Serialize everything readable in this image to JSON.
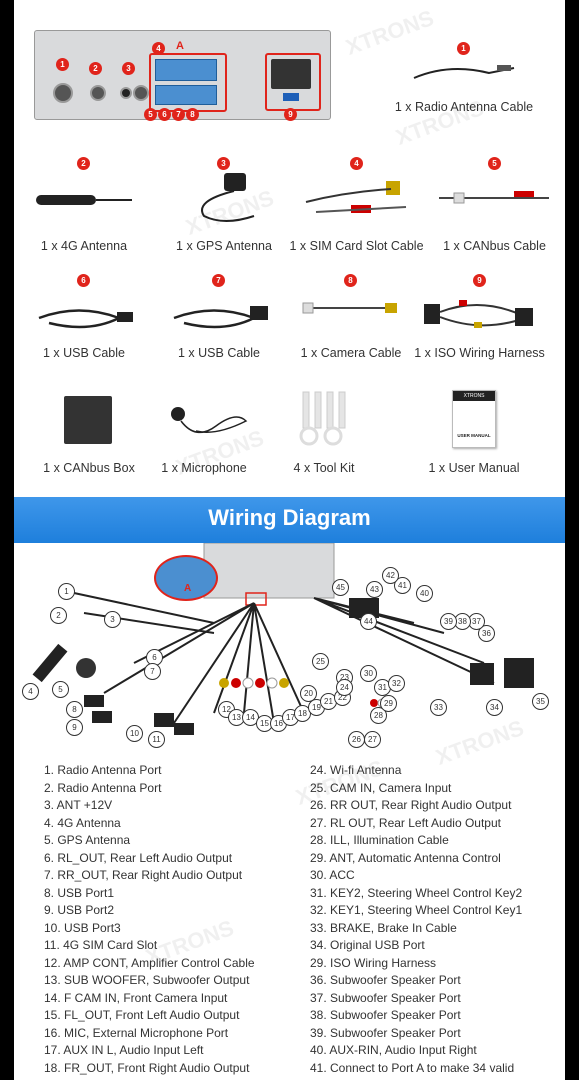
{
  "top_callouts": [
    "1",
    "2",
    "3",
    "4",
    "5",
    "6",
    "7",
    "8",
    "9",
    "A"
  ],
  "items": [
    {
      "num": "1",
      "label": "1 x Radio Antenna Cable",
      "icon": "antenna-cable-icon"
    },
    {
      "num": "2",
      "label": "1 x 4G Antenna",
      "icon": "4g-antenna-icon"
    },
    {
      "num": "3",
      "label": "1 x GPS Antenna",
      "icon": "gps-antenna-icon"
    },
    {
      "num": "4",
      "label": "1 x SIM Card Slot Cable",
      "icon": "sim-cable-icon"
    },
    {
      "num": "5",
      "label": "1 x CANbus Cable",
      "icon": "canbus-cable-icon"
    },
    {
      "num": "6",
      "label": "1 x USB Cable",
      "icon": "usb-cable-icon"
    },
    {
      "num": "7",
      "label": "1 x USB Cable",
      "icon": "usb-cable-icon"
    },
    {
      "num": "8",
      "label": "1 x Camera Cable",
      "icon": "camera-cable-icon"
    },
    {
      "num": "9",
      "label": "1 x ISO Wiring Harness",
      "icon": "iso-harness-icon"
    },
    {
      "num": "",
      "label": "1 x CANbus Box",
      "icon": "canbus-box-icon"
    },
    {
      "num": "",
      "label": "1 x Microphone",
      "icon": "microphone-icon"
    },
    {
      "num": "",
      "label": "4 x Tool Kit",
      "icon": "tool-kit-icon"
    },
    {
      "num": "",
      "label": "1 x User Manual",
      "icon": "user-manual-icon"
    }
  ],
  "manual_cover": {
    "brand": "XTRONS",
    "title": "USER MANUAL"
  },
  "banner_title": "Wiring Diagram",
  "diagram_label_a": "A",
  "diagram_numbers": [
    "1",
    "2",
    "3",
    "4",
    "5",
    "6",
    "7",
    "8",
    "9",
    "10",
    "11",
    "12",
    "13",
    "14",
    "15",
    "16",
    "17",
    "18",
    "19",
    "20",
    "21",
    "22",
    "23",
    "24",
    "25",
    "26",
    "27",
    "28",
    "29",
    "30",
    "31",
    "32",
    "33",
    "34",
    "35",
    "36",
    "37",
    "38",
    "39",
    "40",
    "41",
    "42",
    "43",
    "44",
    "45"
  ],
  "legend_left": [
    "1. Radio Antenna Port",
    "2. Radio Antenna Port",
    "3. ANT +12V",
    "4. 4G Antenna",
    "5. GPS Antenna",
    "6. RL_OUT, Rear Left Audio Output",
    "7. RR_OUT, Rear Right Audio Output",
    "8. USB Port1",
    "9. USB Port2",
    "10. USB Port3",
    "11. 4G SIM Card Slot",
    "12. AMP CONT, Amplifier Control Cable",
    "13. SUB WOOFER, Subwoofer Output",
    "14. F CAM IN, Front Camera Input",
    "15. FL_OUT, Front Left Audio Output",
    "16. MIC, External Microphone Port",
    "17. AUX IN L, Audio Input Left",
    "18. FR_OUT, Front Right Audio Output"
  ],
  "legend_right": [
    "24. Wi-fi Antenna",
    "25. CAM IN, Camera Input",
    "26. RR OUT, Rear Right Audio Output",
    "27. RL OUT, Rear Left Audio Output",
    "28. ILL, Illumination Cable",
    "29. ANT, Automatic Antenna Control",
    "30. ACC",
    "31. KEY2, Steering Wheel Control Key2",
    "32. KEY1, Steering Wheel Control Key1",
    "33. BRAKE, Brake In Cable",
    "34. Original USB Port",
    "29. ISO Wiring Harness",
    "36. Subwoofer Speaker Port",
    "37. Subwoofer Speaker Port",
    "38. Subwoofer Speaker Port",
    "39. Subwoofer Speaker Port",
    "40. AUX-RIN, Audio Input Right",
    "41. Connect to Port A to make 34 valid"
  ],
  "watermark": "XTRONS"
}
